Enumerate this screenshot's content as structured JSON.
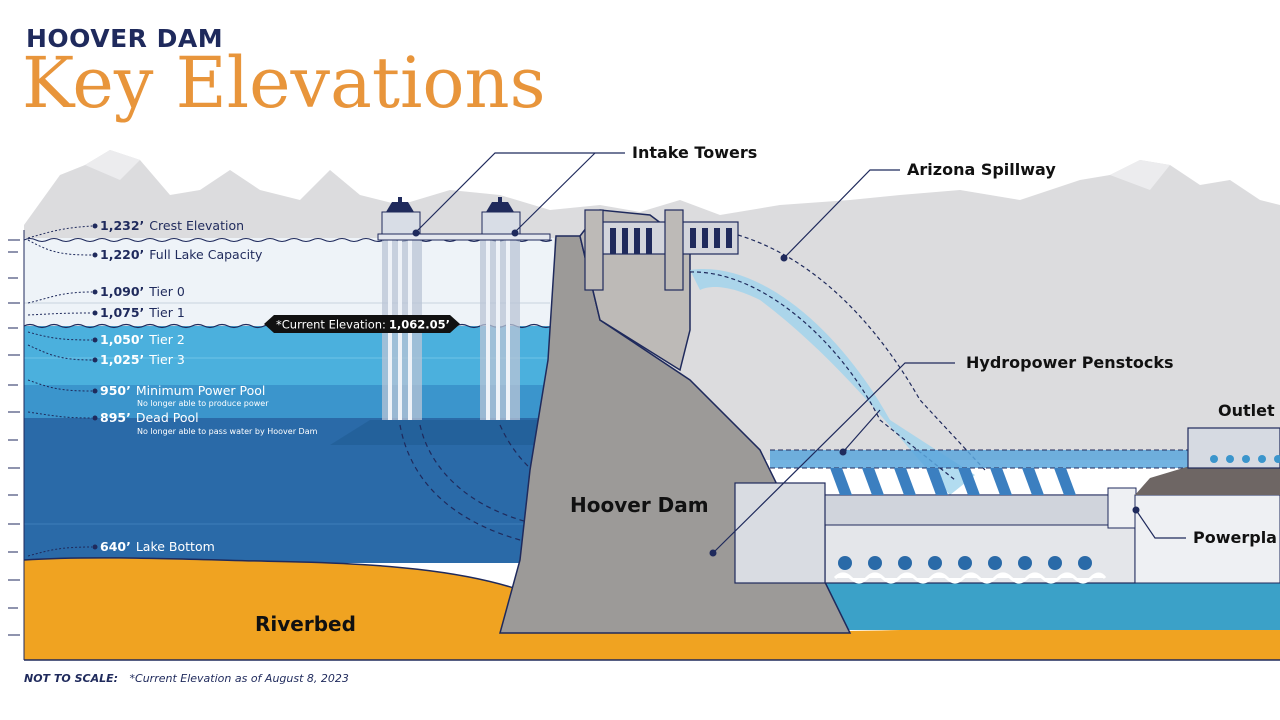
{
  "header": {
    "subtitle": "HOOVER DAM",
    "title": "Key Elevations"
  },
  "elevations": [
    {
      "value": "1,232’",
      "label": "Crest Elevation",
      "note": ""
    },
    {
      "value": "1,220’",
      "label": "Full Lake Capacity",
      "note": ""
    },
    {
      "value": "1,090’",
      "label": "Tier 0",
      "note": ""
    },
    {
      "value": "1,075’",
      "label": "Tier 1",
      "note": ""
    },
    {
      "value": "1,050’",
      "label": "Tier 2",
      "note": ""
    },
    {
      "value": "1,025’",
      "label": "Tier 3",
      "note": ""
    },
    {
      "value": "950’",
      "label": "Minimum Power Pool",
      "note": "No longer able to produce power"
    },
    {
      "value": "895’",
      "label": "Dead Pool",
      "note": "No longer able to pass water by Hoover Dam"
    },
    {
      "value": "640’",
      "label": "Lake Bottom",
      "note": ""
    }
  ],
  "current_elevation": {
    "label": "*Current Elevation:",
    "value": "1,062.05’"
  },
  "callouts": {
    "intake_towers": "Intake Towers",
    "arizona_spillway": "Arizona Spillway",
    "hydropower_penstocks": "Hydropower Penstocks",
    "outlet": "Outlet",
    "powerplant": "Powerpla"
  },
  "regions": {
    "dam": "Hoover Dam",
    "riverbed": "Riverbed"
  },
  "footer": {
    "not_to_scale": "NOT TO SCALE:",
    "note": "*Current Elevation as of August 8, 2023"
  },
  "colors": {
    "navy": "#1f2a5c",
    "orange_title": "#e8953b",
    "riverbed": "#f0a321",
    "water_deep": "#2a6aa8",
    "water_mid": "#3b95cc",
    "water_light": "#4bb0dd",
    "dam_gray": "#9c9a98",
    "mountains": "#dcdcde"
  }
}
